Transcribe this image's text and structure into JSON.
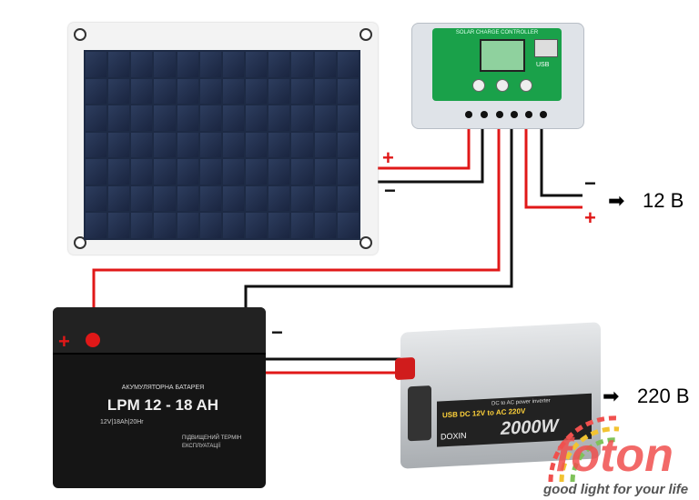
{
  "controller": {
    "title": "SOLAR CHARGE CONTROLLER",
    "usb": "USB"
  },
  "battery": {
    "type_label": "АКУМУЛЯТОРНА БАТАРЕЯ",
    "model": "LPM 12 - 18 AH",
    "spec": "12V|18Ah|20Hr",
    "feature": "ПІДВИЩЕНИЙ ТЕРМІН ЕКСПЛУАТАЦІЇ",
    "plus": "+",
    "minus": "−"
  },
  "inverter": {
    "line1": "DC to AC power inverter",
    "line2": "USB DC 12V to AC 220V",
    "power": "2000W",
    "brand": "DOXIN"
  },
  "panel_signs": {
    "plus": "+",
    "minus": "−"
  },
  "outputs": {
    "dc_minus": "−",
    "dc_plus": "+",
    "dc_label": "12 B",
    "ac_label": "220 B",
    "arrow": "➡"
  },
  "logo": {
    "name": "foton",
    "slogan": "good light for your life"
  },
  "colors": {
    "positive": "#e01818",
    "negative": "#111111",
    "logo": "#f0504e"
  }
}
